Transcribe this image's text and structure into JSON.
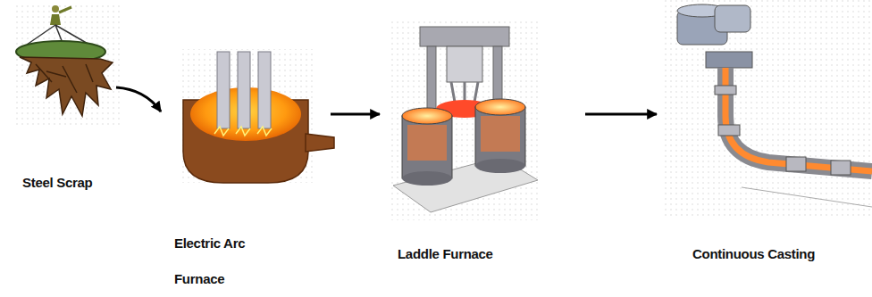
{
  "diagram": {
    "nodes": [
      {
        "text": [
          "Steel Scrap"
        ]
      },
      {
        "text": [
          "Electric Arc Furnace"
        ]
      },
      {
        "text": [
          "Laddle Furnace"
        ]
      },
      {
        "text": [
          "Continuous Casting"
        ]
      }
    ],
    "edges": [
      {
        "from": 0,
        "to": 1,
        "arrow": "to"
      },
      {
        "from": 1,
        "to": 2,
        "arrow": "to"
      },
      {
        "from": 2,
        "to": 3,
        "arrow": "to"
      }
    ]
  }
}
